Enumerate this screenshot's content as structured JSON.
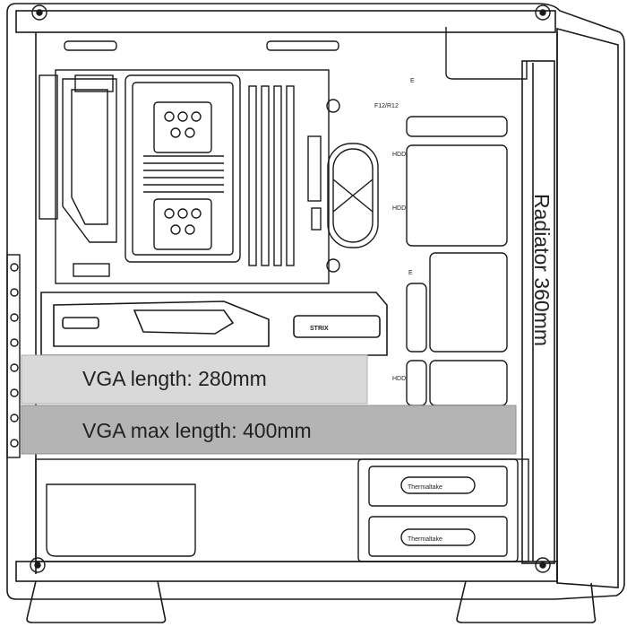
{
  "labels": {
    "vga_length": "VGA length: 280mm",
    "vga_max_length": "VGA max length: 400mm",
    "radiator": "Radiator 360mm",
    "fan_slot": "F12/R12",
    "hdd": "HDD",
    "e_mark": "E",
    "gpu_brand": "STRIX",
    "drive_cage_brand": "Thermaltake",
    "heatsink_brand": "Thermaltake"
  },
  "colors": {
    "outline": "#1a1a1a",
    "vga_length_band": "#d9d9d9",
    "vga_max_length_band": "#b4b4b4",
    "background": "#ffffff"
  }
}
